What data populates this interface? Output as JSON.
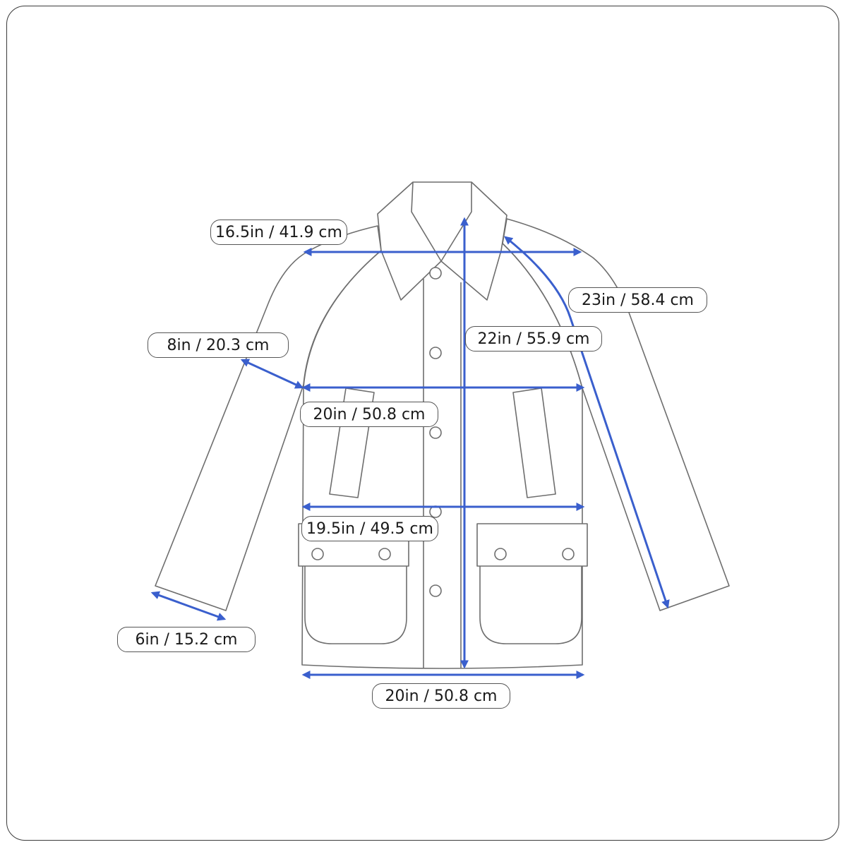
{
  "dimension_color": "#3a5fcd",
  "outline_color": "#6e6e6e",
  "garment_icon": "jacket-icon",
  "measurements": [
    {
      "id": "shoulder",
      "text": "16.5in / 41.9 cm"
    },
    {
      "id": "sleeve-length",
      "text": "23in / 58.4 cm"
    },
    {
      "id": "armhole",
      "text": "8in / 20.3 cm"
    },
    {
      "id": "body-length",
      "text": "22in / 55.9 cm"
    },
    {
      "id": "chest",
      "text": "20in / 50.8 cm"
    },
    {
      "id": "waist",
      "text": "19.5in / 49.5 cm"
    },
    {
      "id": "cuff",
      "text": "6in / 15.2 cm"
    },
    {
      "id": "hem",
      "text": "20in / 50.8 cm"
    }
  ]
}
